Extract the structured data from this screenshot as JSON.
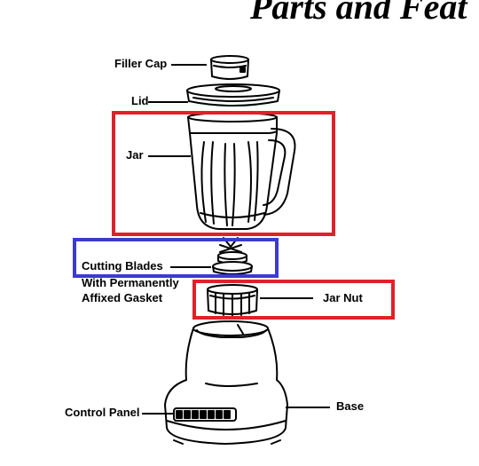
{
  "title": "Parts and Feat",
  "labels": {
    "filler_cap": "Filler Cap",
    "lid": "Lid",
    "jar": "Jar",
    "cutting_blades_line1": "Cutting Blades",
    "cutting_blades_line2": "With Permanently",
    "cutting_blades_line3": "Affixed Gasket",
    "jar_nut": "Jar Nut",
    "base": "Base",
    "control_panel": "Control Panel"
  },
  "colors": {
    "highlight_red": "#e0202a",
    "highlight_blue": "#3b3bd0",
    "line": "#000000"
  }
}
